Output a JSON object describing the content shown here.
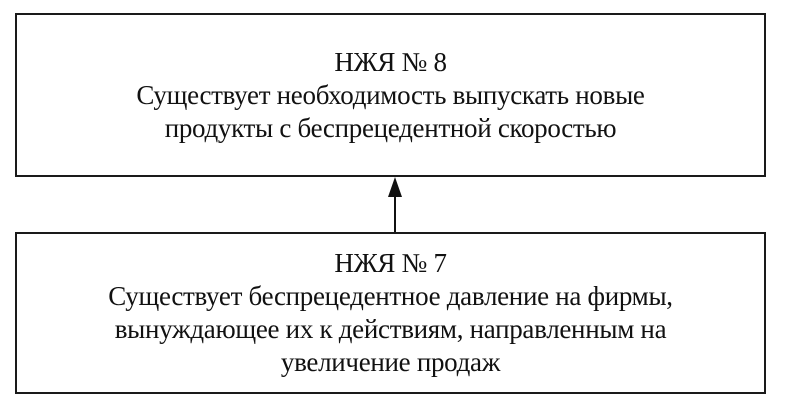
{
  "diagram": {
    "type": "flow",
    "nodes": [
      {
        "id": "nzhya-8",
        "title": "НЖЯ № 8",
        "lines": [
          "Существует необходимость выпускать новые",
          "продукты с беспрецедентной скоростью"
        ]
      },
      {
        "id": "nzhya-7",
        "title": "НЖЯ № 7",
        "lines": [
          "Существует беспрецедентное давление на фирмы,",
          "вынуждающее их к действиям, направленным на",
          "увеличение продаж"
        ]
      }
    ],
    "edges": [
      {
        "from": "nzhya-7",
        "to": "nzhya-8",
        "arrow": "up"
      }
    ]
  }
}
